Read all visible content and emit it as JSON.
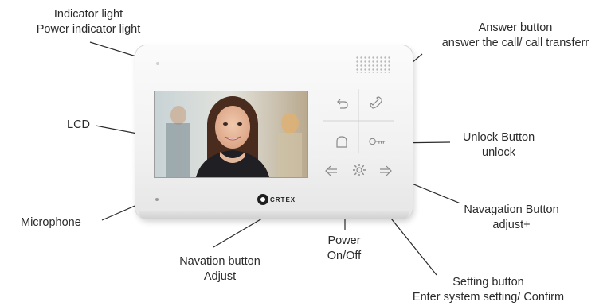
{
  "callouts": {
    "indicator": {
      "line1": "Indicator light",
      "line2": "Power indicator light"
    },
    "answer": {
      "line1": "Answer button",
      "line2": "answer the call/ call transferr"
    },
    "lcd": {
      "line1": "LCD"
    },
    "unlock": {
      "line1": "Unlock Button",
      "line2": "unlock"
    },
    "microphone": {
      "line1": "Microphone"
    },
    "navigation_right": {
      "line1": "Navagation Button",
      "line2": "adjust+"
    },
    "navigation_left": {
      "line1": "Navation  button",
      "line2": "Adjust"
    },
    "power": {
      "line1": "Power",
      "line2": "On/Off"
    },
    "setting": {
      "line1": "Setting button",
      "line2": "Enter system setting/ Confirm"
    }
  },
  "device": {
    "logo_text": "CRTEX",
    "screen_image": "woman-portrait-photo",
    "icons": [
      "back-arrow-icon",
      "phone-handset-icon",
      "home-bell-icon",
      "key-icon",
      "left-arrow-icon",
      "gear-icon",
      "right-arrow-icon"
    ]
  }
}
